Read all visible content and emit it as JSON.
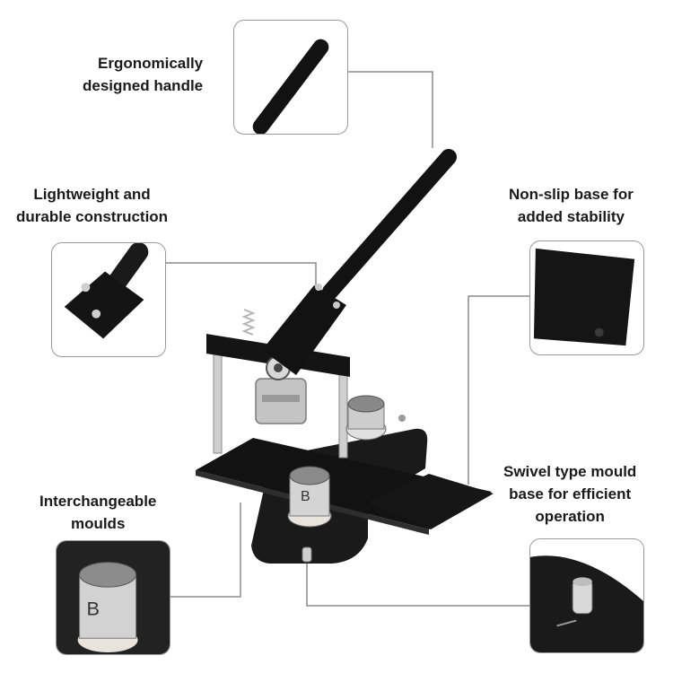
{
  "callouts": {
    "handle": {
      "line1": "Ergonomically",
      "line2": "designed handle"
    },
    "construction": {
      "line1": "Lightweight and",
      "line2": "durable construction"
    },
    "base": {
      "line1": "Non-slip base for",
      "line2": "added stability"
    },
    "moulds": {
      "line1": "Interchangeable",
      "line2": "moulds"
    },
    "swivel": {
      "line1": "Swivel type mould",
      "line2": "base for efficient",
      "line3": "operation"
    }
  },
  "mould_letter": "B",
  "colors": {
    "machine": "#141414",
    "steel": "#c8c8c8",
    "line": "#8a8a8a",
    "text": "#1a1a1a"
  }
}
